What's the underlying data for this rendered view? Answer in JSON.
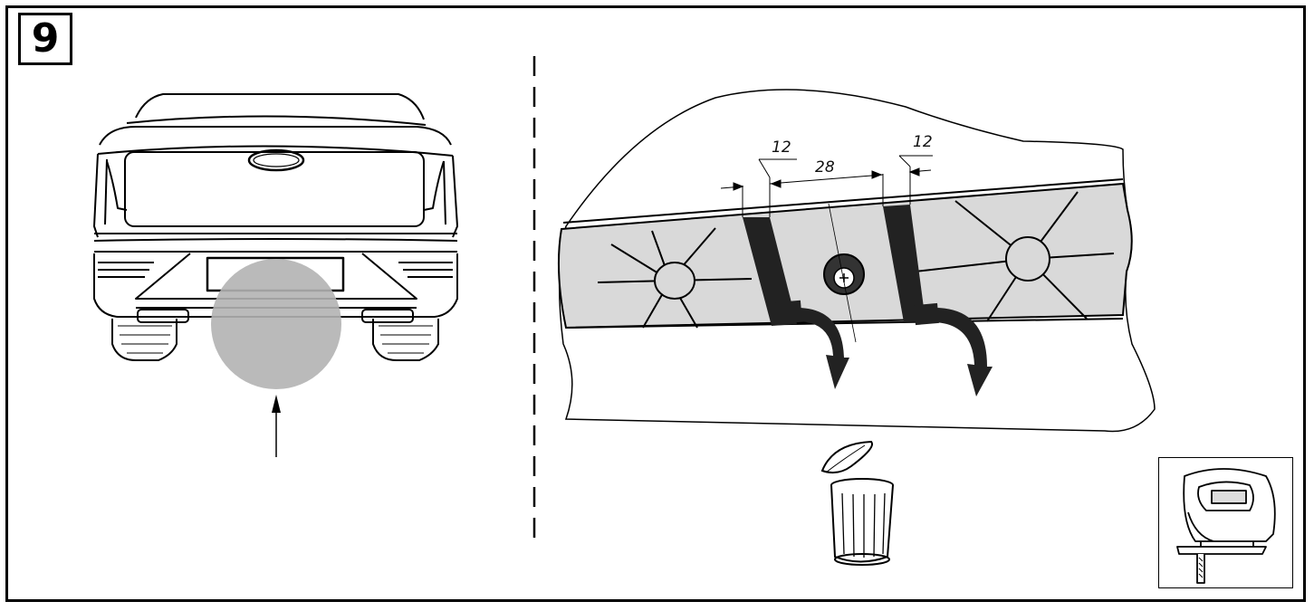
{
  "step": {
    "number": "9"
  },
  "dimensions": {
    "left_strip_width": "12",
    "center_spacing": "28",
    "right_strip_width": "12"
  },
  "colors": {
    "highlight": "#b3b3b3",
    "panel_fill": "#d9d9d9",
    "strip": "#222222",
    "line": "#000000"
  },
  "icons": {
    "trash": "trash-bin-icon",
    "tool": "jigsaw-icon",
    "direction": "up-arrow-icon"
  }
}
